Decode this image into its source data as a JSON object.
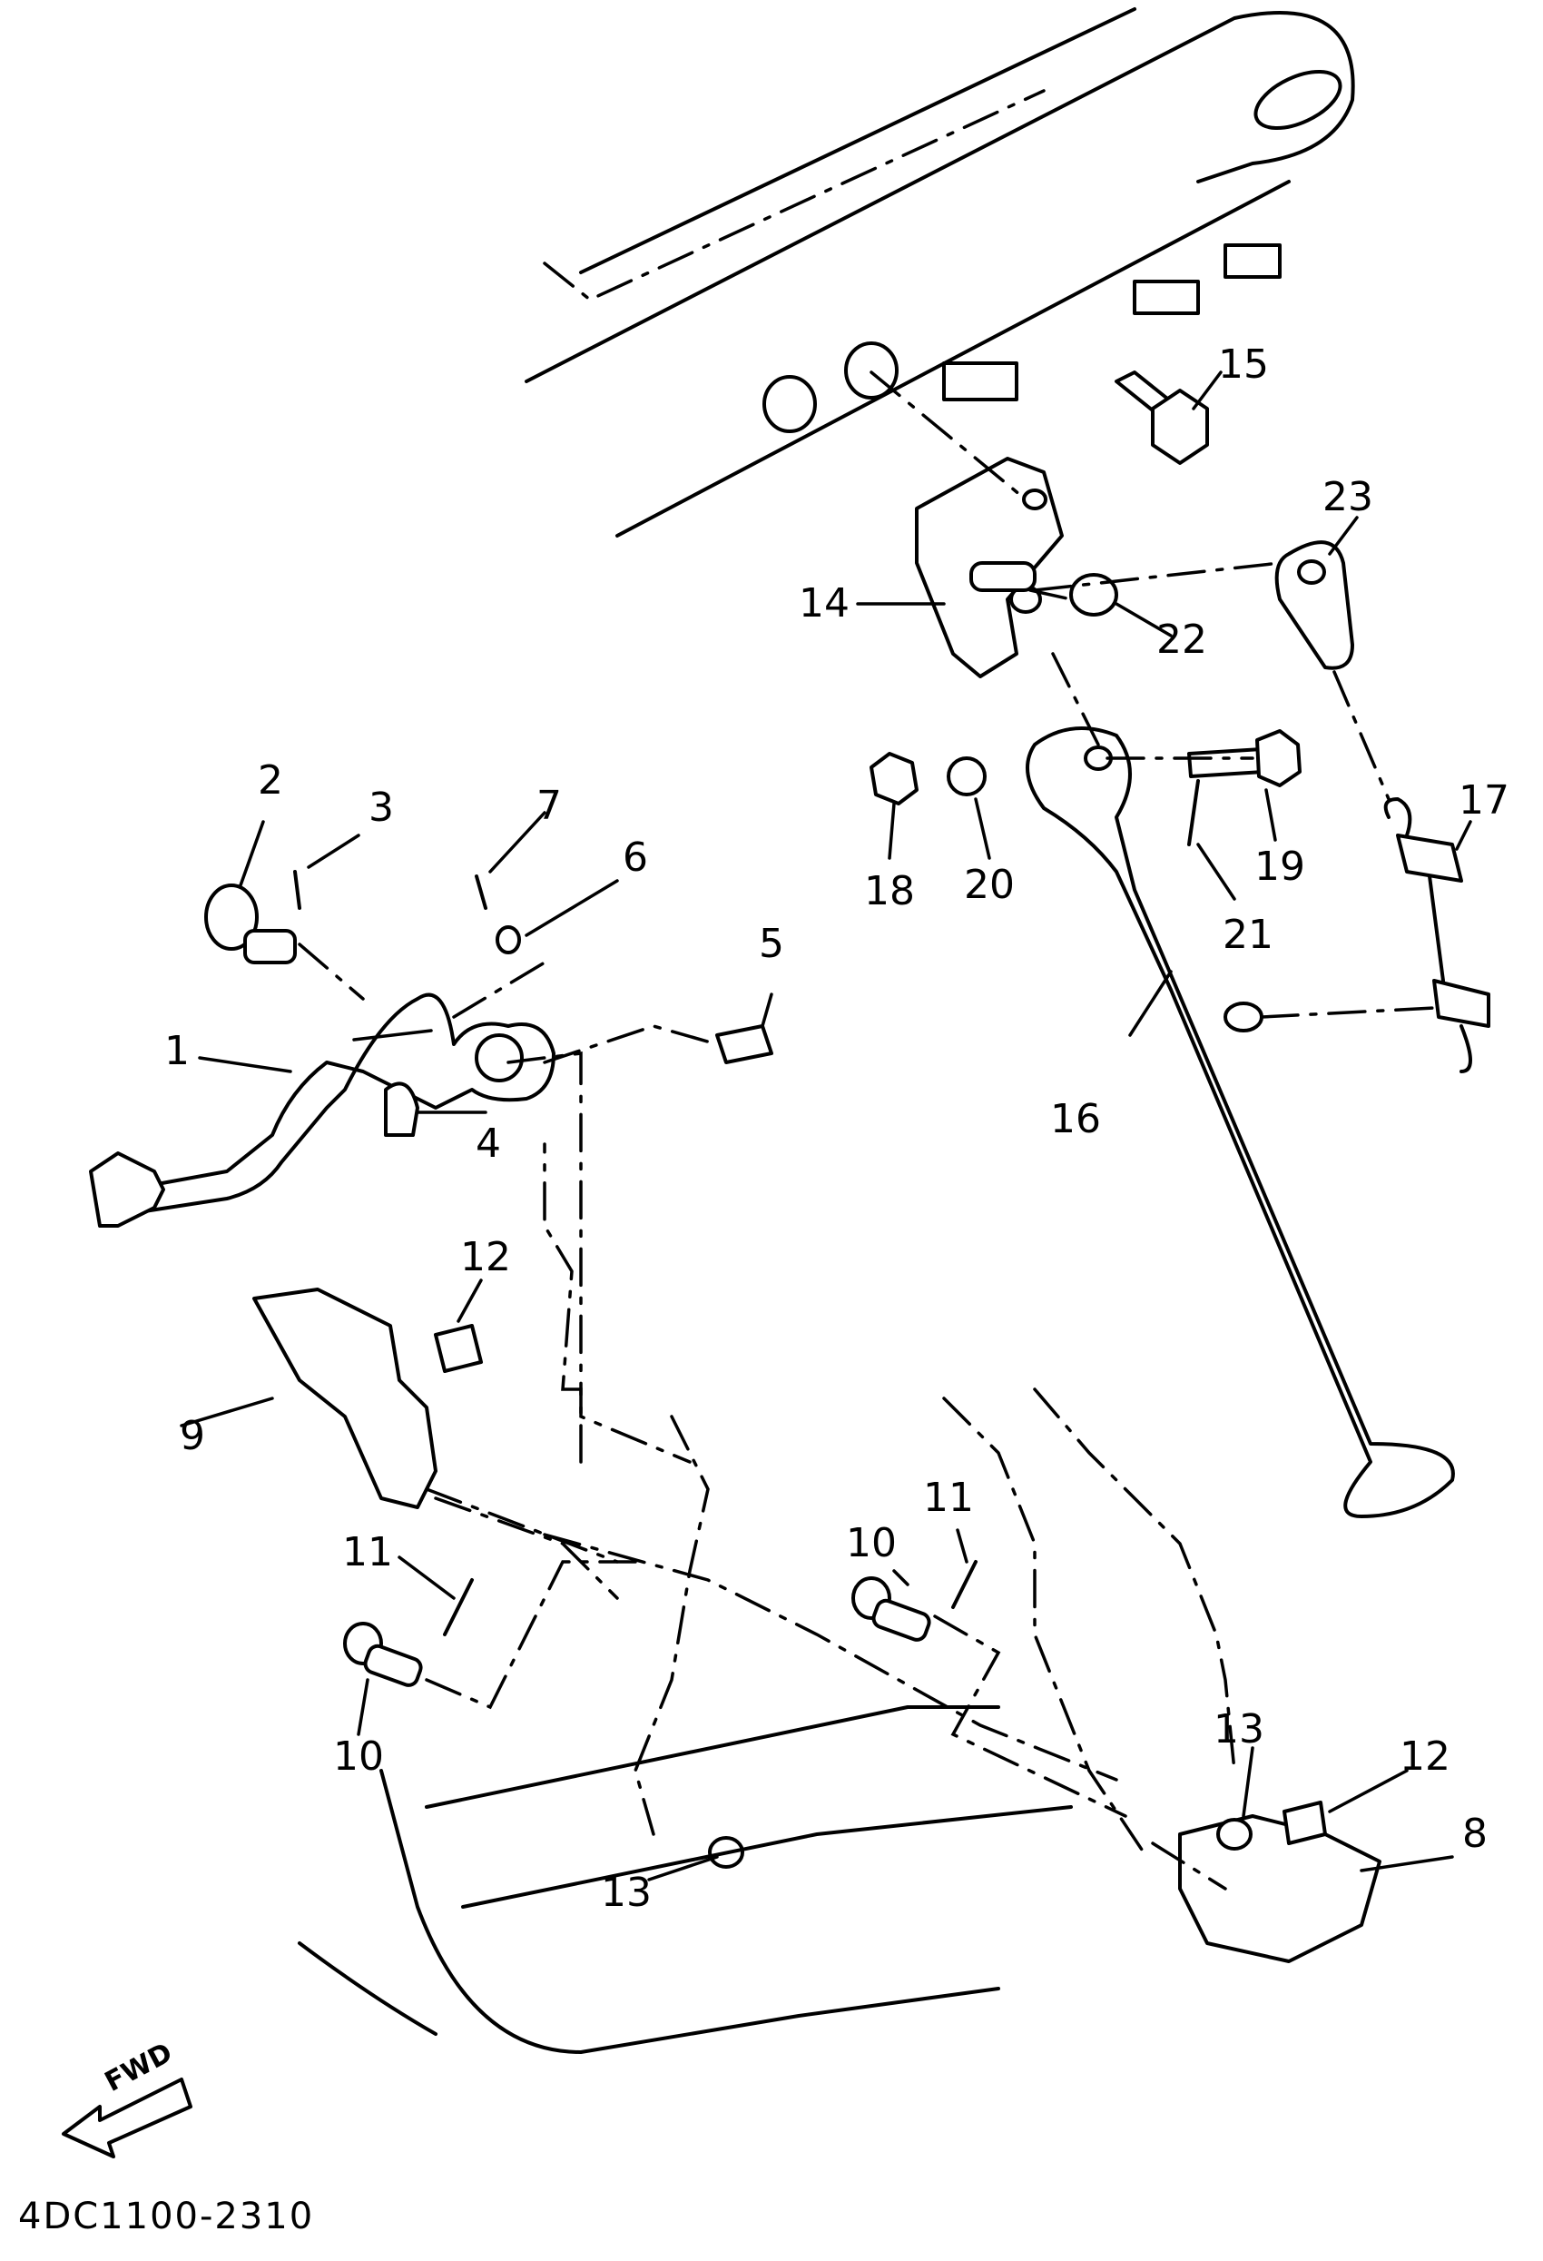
{
  "diagram": {
    "code": "4DC1100-2310",
    "direction_label": "FWD",
    "accent_color": "#000000",
    "background_color": "#ffffff"
  },
  "callouts": [
    {
      "id": "c1",
      "label": "1"
    },
    {
      "id": "c2",
      "label": "2"
    },
    {
      "id": "c3",
      "label": "3"
    },
    {
      "id": "c4",
      "label": "4"
    },
    {
      "id": "c5",
      "label": "5"
    },
    {
      "id": "c6",
      "label": "6"
    },
    {
      "id": "c7",
      "label": "7"
    },
    {
      "id": "c8",
      "label": "8"
    },
    {
      "id": "c9",
      "label": "9"
    },
    {
      "id": "c10a",
      "label": "10"
    },
    {
      "id": "c10b",
      "label": "10"
    },
    {
      "id": "c11a",
      "label": "11"
    },
    {
      "id": "c11b",
      "label": "11"
    },
    {
      "id": "c12a",
      "label": "12"
    },
    {
      "id": "c12b",
      "label": "12"
    },
    {
      "id": "c13a",
      "label": "13"
    },
    {
      "id": "c13b",
      "label": "13"
    },
    {
      "id": "c14",
      "label": "14"
    },
    {
      "id": "c15",
      "label": "15"
    },
    {
      "id": "c16",
      "label": "16"
    },
    {
      "id": "c17",
      "label": "17"
    },
    {
      "id": "c18",
      "label": "18"
    },
    {
      "id": "c19",
      "label": "19"
    },
    {
      "id": "c20",
      "label": "20"
    },
    {
      "id": "c21",
      "label": "21"
    },
    {
      "id": "c22",
      "label": "22"
    },
    {
      "id": "c23",
      "label": "23"
    }
  ]
}
